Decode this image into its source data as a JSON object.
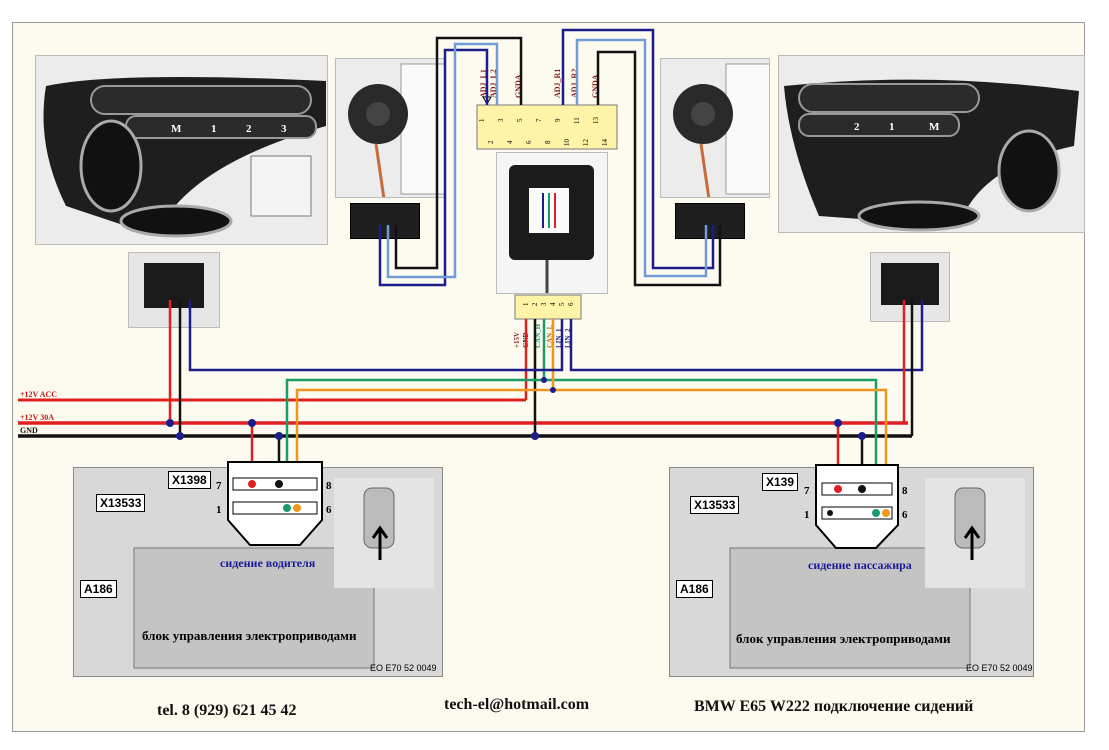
{
  "power_lines": {
    "acc": "+12V ACC",
    "b30": "+12V 30A",
    "gnd": "GND"
  },
  "top_connector": {
    "labels_left": [
      "ADJ_L1",
      "ADJ_L2",
      "GNDA"
    ],
    "labels_right": [
      "ADJ_R1",
      "ADJ_R2",
      "GNDA"
    ],
    "pins_odd": [
      "1",
      "3",
      "5",
      "7",
      "9",
      "11",
      "13"
    ],
    "pins_even": [
      "2",
      "4",
      "6",
      "8",
      "10",
      "12",
      "14"
    ]
  },
  "module_connector": {
    "labels": [
      "+15V",
      "GND",
      "CAN_H",
      "CAN_L",
      "LIN_1",
      "LIN_2"
    ],
    "pins": [
      "1",
      "2",
      "3",
      "4",
      "5",
      "6"
    ]
  },
  "seat_units": {
    "driver": {
      "caption": "сидение водителя",
      "unit_caption": "блок управления электроприводами",
      "labels": [
        "X1398",
        "X13533",
        "A186"
      ],
      "pins": [
        "7",
        "8",
        "1",
        "6"
      ],
      "ref": "EO E70 52 0049"
    },
    "passenger": {
      "caption": "сидение пассажира",
      "unit_caption": "блок управления электроприводами",
      "labels": [
        "X139",
        "X13533",
        "A186"
      ],
      "pins": [
        "7",
        "8",
        "1",
        "6"
      ],
      "ref": "EO E70 52 0049"
    }
  },
  "seat_switches": {
    "left": {
      "buttons": [
        "M",
        "1",
        "2",
        "3"
      ]
    },
    "right": {
      "buttons": [
        "2",
        "1",
        "M"
      ]
    }
  },
  "footer": {
    "phone": "tel. 8 (929) 621 45 42",
    "email": "tech-el@hotmail.com",
    "title": "BMW E65 W222  подключение сидений"
  },
  "colors": {
    "red": "#e02020",
    "black": "#111111",
    "dark_blue": "#1c1c8c",
    "light_blue": "#6f9bd6",
    "green": "#1a9c6a",
    "orange": "#f0961e",
    "connector_yellow": "#fff3a8"
  }
}
